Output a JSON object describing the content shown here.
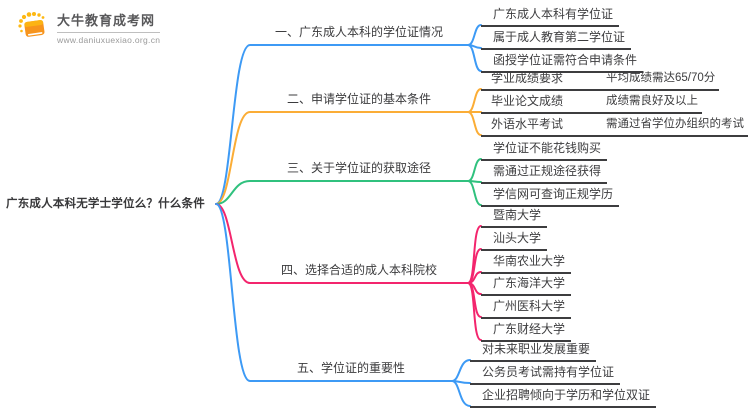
{
  "logo": {
    "title": "大牛教育成考网",
    "url": "www.daniuxuexiao.org.cn",
    "icon": "book-sun-icon"
  },
  "central": {
    "text": "广东成人本科无学士学位么？什么条件"
  },
  "colors": {
    "blue": "#3D9AF5",
    "orange": "#FBAD36",
    "green": "#30C17E",
    "pink": "#F3256D",
    "logo_orange": "#F7941D",
    "logo_orange_light": "#FDB813"
  },
  "branches": [
    {
      "label": "一、广东成人本科的学位证情况",
      "color": "blue",
      "children": [
        {
          "text": "广东成人本科有学位证"
        },
        {
          "text": "属于成人教育第二学位证"
        },
        {
          "text": "函授学位证需符合申请条件"
        }
      ]
    },
    {
      "label": "二、申请学位证的基本条件",
      "color": "orange",
      "children": [
        {
          "text": "学业成绩要求",
          "child": "平均成绩需达65/70分"
        },
        {
          "text": "毕业论文成绩",
          "child": "成绩需良好及以上"
        },
        {
          "text": "外语水平考试",
          "child": "需通过省学位办组织的考试"
        }
      ]
    },
    {
      "label": "三、关于学位证的获取途径",
      "color": "green",
      "children": [
        {
          "text": "学位证不能花钱购买"
        },
        {
          "text": "需通过正规途径获得"
        },
        {
          "text": "学信网可查询正规学历"
        }
      ]
    },
    {
      "label": "四、选择合适的成人本科院校",
      "color": "pink",
      "children": [
        {
          "text": "暨南大学"
        },
        {
          "text": "汕头大学"
        },
        {
          "text": "华南农业大学"
        },
        {
          "text": "广东海洋大学"
        },
        {
          "text": "广州医科大学"
        },
        {
          "text": "广东财经大学"
        }
      ]
    },
    {
      "label": "五、学位证的重要性",
      "color": "blue",
      "children": [
        {
          "text": "对未来职业发展重要"
        },
        {
          "text": "公务员考试需持有学位证"
        },
        {
          "text": "企业招聘倾向于学历和学位双证"
        }
      ]
    }
  ]
}
